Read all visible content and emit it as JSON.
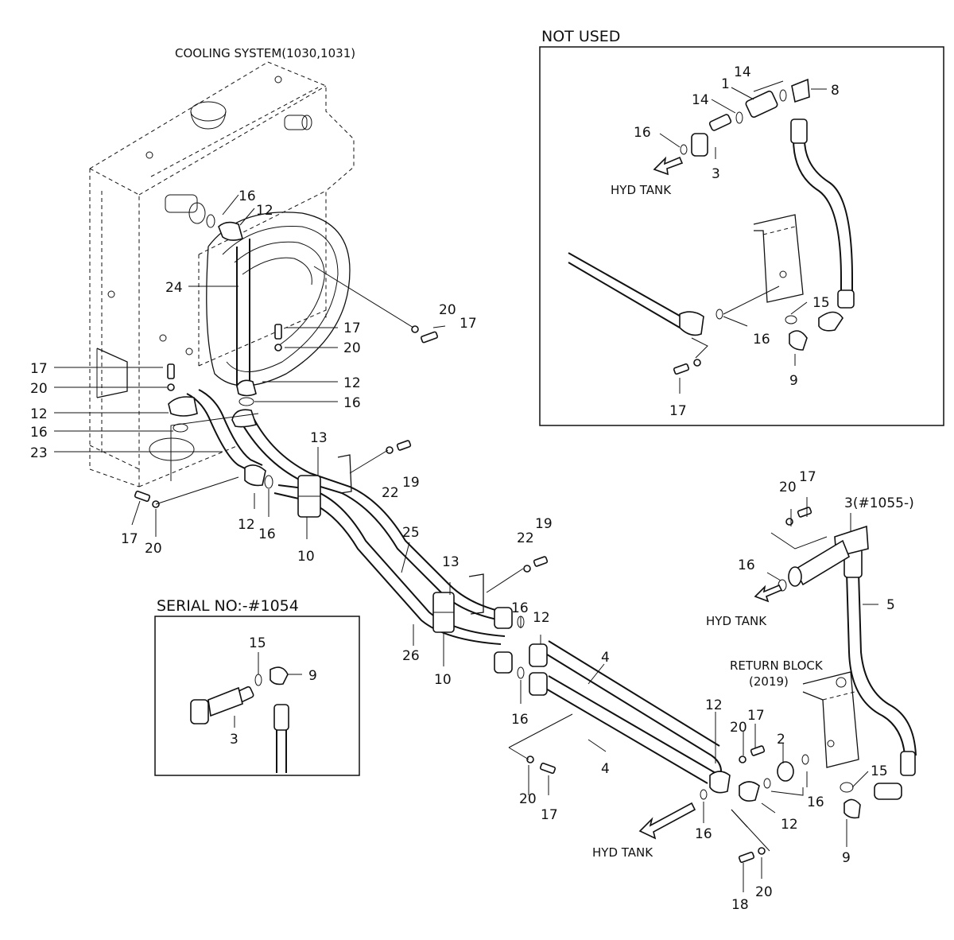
{
  "headings": {
    "cooling_system": "COOLING SYSTEM(1030,1031)",
    "not_used": "NOT USED",
    "serial_no": "SERIAL NO:-#1054",
    "return_block": "RETURN BLOCK",
    "return_block_code": "(2019)"
  },
  "flow_labels": {
    "hyd_tank_top": "HYD TANK",
    "hyd_tank_right": "HYD TANK",
    "hyd_tank_bottom": "HYD TANK"
  },
  "part_numbers": {
    "main_16_top": "16",
    "main_12_top": "12",
    "main_24": "24",
    "main_20_right": "20",
    "main_17_right": "17",
    "main_17_mid": "17",
    "main_20_mid": "20",
    "main_17_left": "17",
    "main_20_left": "20",
    "main_12_left": "12",
    "main_16_left": "16",
    "main_23": "23",
    "main_12_mid": "12",
    "main_16_mid": "16",
    "main_13_a": "13",
    "main_22_a": "22",
    "main_19_a": "19",
    "main_17_bot": "17",
    "main_20_bot": "20",
    "main_12_b": "12",
    "main_16_b": "16",
    "main_10_a": "10",
    "main_25": "25",
    "main_22_b": "22",
    "main_19_b": "19",
    "main_13_b": "13",
    "main_26": "26",
    "main_10_b": "10",
    "main_16_c": "16",
    "main_12_c": "12",
    "main_16_d": "16",
    "main_4_top": "4",
    "main_4_bot": "4",
    "main_20_c": "20",
    "main_17_c": "17",
    "main_12_d": "12",
    "main_20_d": "20",
    "main_17_d": "17",
    "main_2": "2",
    "main_16_e": "16",
    "main_16_f": "16",
    "main_12_e": "12",
    "main_15": "15",
    "main_9": "9",
    "main_18": "18",
    "main_20_e": "20",
    "r_20": "20",
    "r_17": "17",
    "r_3": "3(#1055-)",
    "r_16": "16",
    "r_5": "5",
    "nu_14_a": "14",
    "nu_1": "1",
    "nu_8": "8",
    "nu_14_b": "14",
    "nu_16_a": "16",
    "nu_3": "3",
    "nu_15": "15",
    "nu_16_b": "16",
    "nu_9": "9",
    "nu_17": "17",
    "sn_15": "15",
    "sn_9": "9",
    "sn_3": "3"
  }
}
